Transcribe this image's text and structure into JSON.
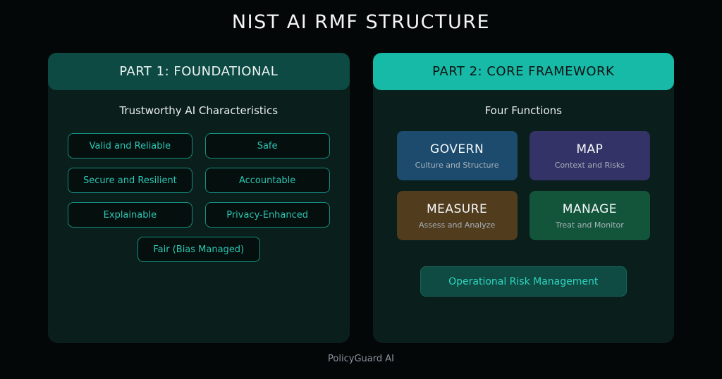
{
  "page": {
    "title": "NIST AI RMF STRUCTURE",
    "footer": "PolicyGuard AI",
    "background_color": "#040708"
  },
  "part1": {
    "header": "PART 1: FOUNDATIONAL",
    "subtitle": "Trustworthy AI Characteristics",
    "characteristics": [
      "Valid and Reliable",
      "Safe",
      "Secure and Resilient",
      "Accountable",
      "Explainable",
      "Privacy-Enhanced",
      "Fair (Bias Managed)"
    ],
    "colors": {
      "header_bg": "#0d4a43",
      "header_text": "#eef5f4",
      "panel_bg": "#0a1e1b",
      "chip_bg": "#050f0d",
      "chip_border": "#148f82",
      "chip_text": "#2bc6b4"
    }
  },
  "part2": {
    "header": "PART 2: CORE FRAMEWORK",
    "subtitle": "Four Functions",
    "functions": [
      {
        "name": "GOVERN",
        "description": "Culture and Structure",
        "color": "#1d4b6e"
      },
      {
        "name": "MAP",
        "description": "Context and Risks",
        "color": "#333367"
      },
      {
        "name": "MEASURE",
        "description": "Assess and Analyze",
        "color": "#513c1e"
      },
      {
        "name": "MANAGE",
        "description": "Treat and Monitor",
        "color": "#12553a"
      }
    ],
    "button_label": "Operational Risk Management",
    "colors": {
      "header_bg": "#17b9a7",
      "header_text": "#0b1413",
      "panel_bg": "#0a1e1b",
      "button_bg": "#0f4b43",
      "button_text": "#2fd4c0"
    }
  }
}
